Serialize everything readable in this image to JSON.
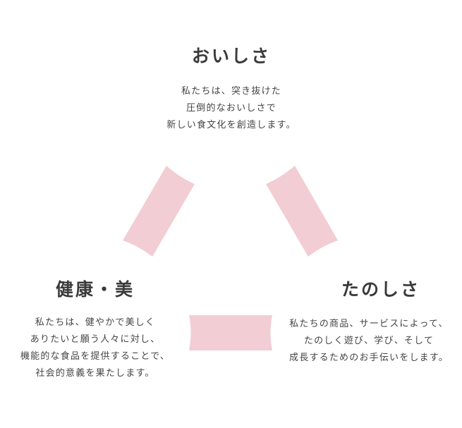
{
  "theme": {
    "accent_pink": "#f2cdd3",
    "text_color": "#333333"
  },
  "oishisa": {
    "title": "おいしさ",
    "lines": [
      "私たちは、突き抜けた",
      "圧倒的なおいしさで",
      "新しい食文化を創造します。"
    ]
  },
  "kenko": {
    "title": "健康・美",
    "lines": [
      "私たちは、健やかで美しく",
      "ありたいと願う人々に対し、",
      "機能的な食品を提供することで、",
      "社会的意義を果たします。"
    ]
  },
  "tanoshisa": {
    "title": "たのしさ",
    "lines": [
      "私たちの商品、サービスによって、",
      "たのしく遊び、学び、そして",
      "成長するためのお手伝いをします。"
    ]
  }
}
